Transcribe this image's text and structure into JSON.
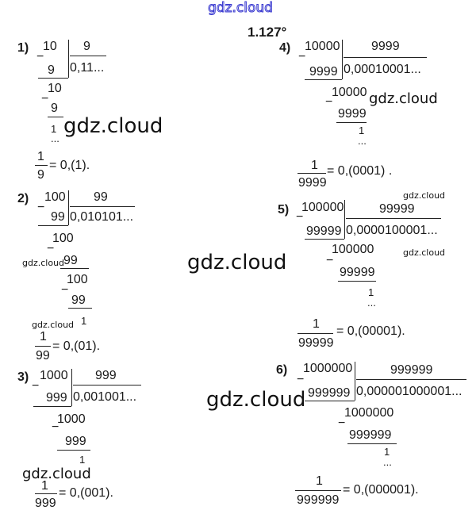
{
  "watermark": "gdz.cloud",
  "title": "1.127°",
  "minus": "−",
  "problems": [
    {
      "label": "1)",
      "dividend": "10",
      "divisor": "9",
      "sub1": "9",
      "quotient": "0,11...",
      "d2": "10",
      "s2": "9",
      "rem": "1",
      "dots": "...",
      "num": "1",
      "den": "9",
      "result": "= 0,(1)."
    },
    {
      "label": "2)",
      "dividend": "100",
      "divisor": "99",
      "sub1": "99",
      "quotient": "0,010101...",
      "d2": "100",
      "s2": "99",
      "d3": "100",
      "s3": "99",
      "rem": "1",
      "num": "1",
      "den": "99",
      "result": "= 0,(01)."
    },
    {
      "label": "3)",
      "dividend": "1000",
      "divisor": "999",
      "sub1": "999",
      "quotient": "0,001001...",
      "d2": "1000",
      "s2": "999",
      "rem": "1",
      "num": "1",
      "den": "999",
      "result": "= 0,(001)."
    },
    {
      "label": "4)",
      "dividend": "10000",
      "divisor": "9999",
      "sub1": "9999",
      "quotient": "0,00010001...",
      "d2": "10000",
      "s2": "9999",
      "rem": "1",
      "dots": "...",
      "num": "1",
      "den": "9999",
      "result": "= 0,(0001) ."
    },
    {
      "label": "5)",
      "dividend": "100000",
      "divisor": "99999",
      "sub1": "99999",
      "quotient": "0,0000100001...",
      "d2": "100000",
      "s2": "99999",
      "rem": "1",
      "dots": "...",
      "num": "1",
      "den": "99999",
      "result": "= 0,(00001)."
    },
    {
      "label": "6)",
      "dividend": "1000000",
      "divisor": "999999",
      "sub1": "999999",
      "quotient": "0,000001000001...",
      "d2": "1000000",
      "s2": "999999",
      "rem": "1",
      "dots": "...",
      "num": "1",
      "den": "999999",
      "result": "= 0,(000001)."
    }
  ]
}
